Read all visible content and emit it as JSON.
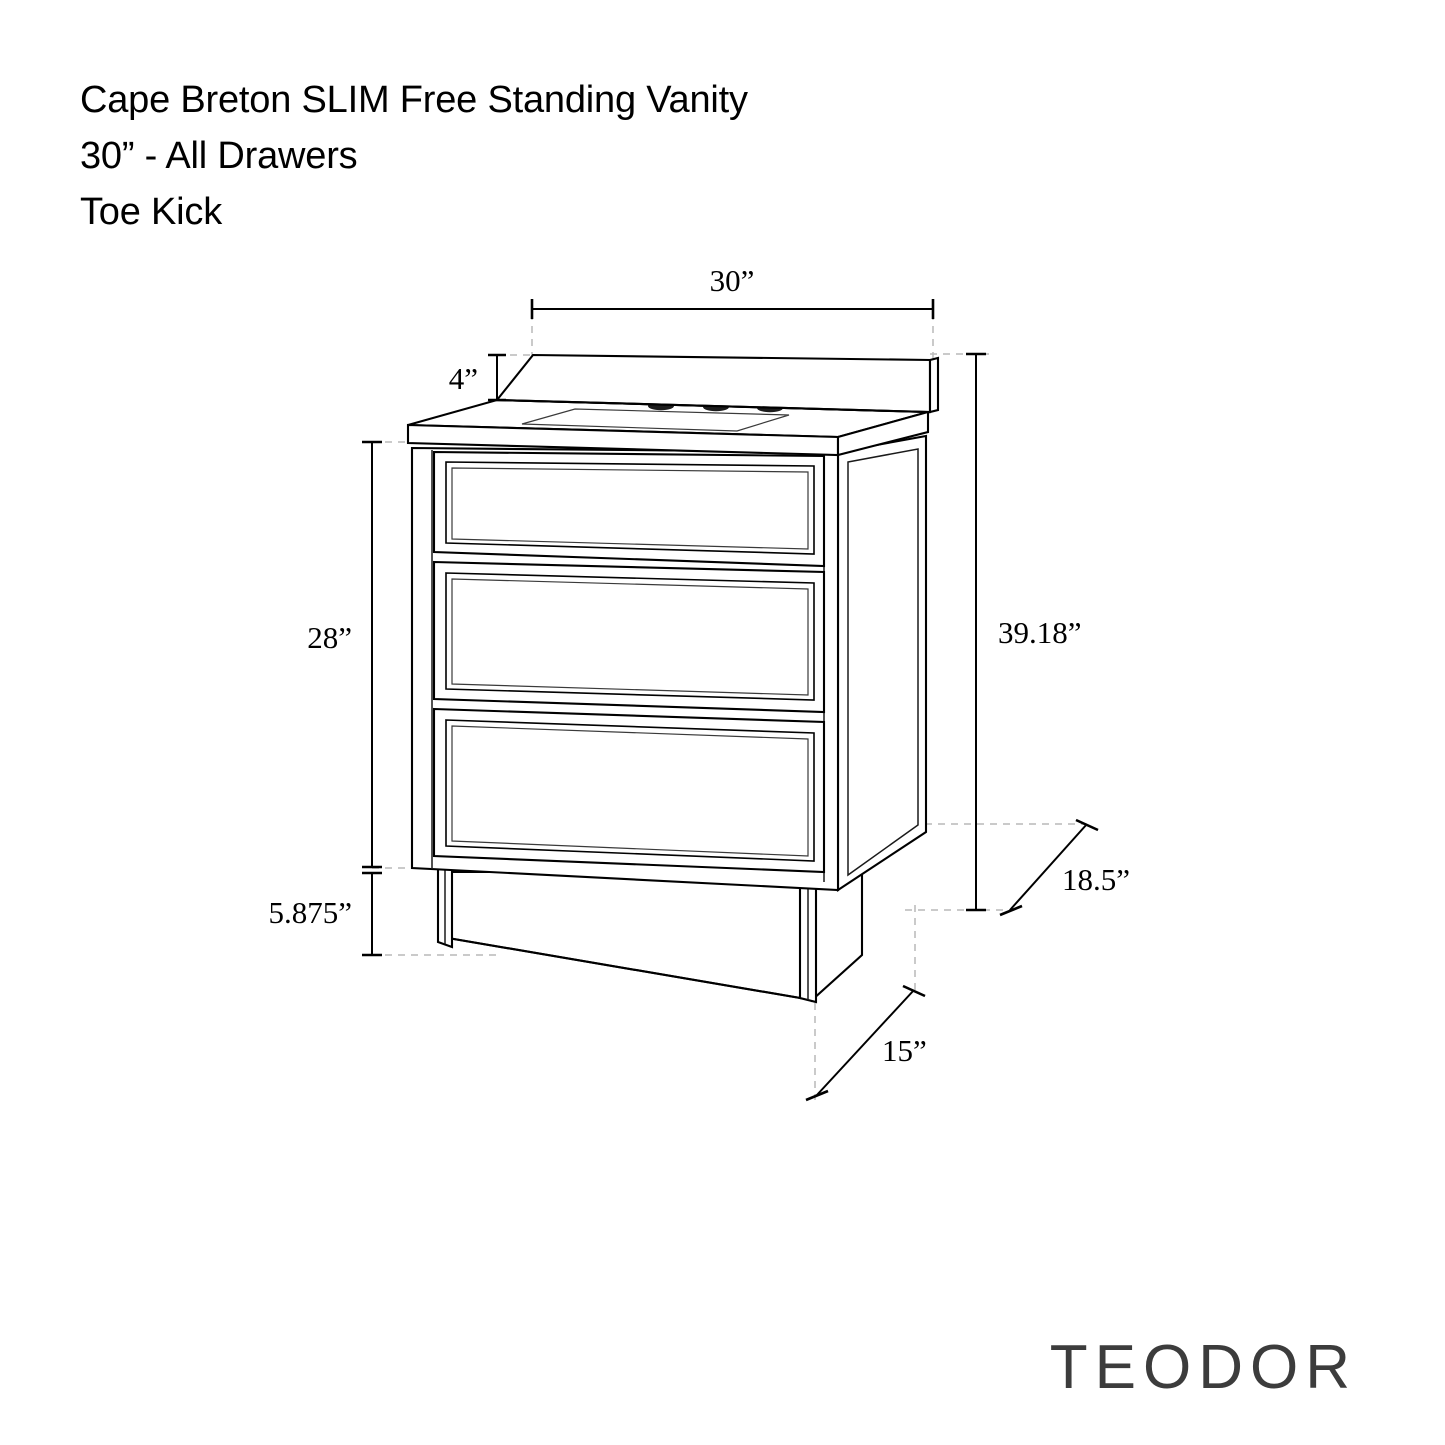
{
  "document": {
    "type": "product-spec-drawing",
    "title_lines": [
      "Cape Breton SLIM Free Standing Vanity",
      "30” - All Drawers",
      "Toe Kick"
    ],
    "brand": "TEODOR",
    "background_color": "#ffffff",
    "line_color": "#000000",
    "extension_line_color": "#b9b9b9"
  },
  "product": {
    "name": "Cape Breton SLIM Free Standing Vanity",
    "width_label": "30”",
    "configuration": "All Drawers",
    "base_style": "Toe Kick",
    "drawer_count": 3,
    "faucet_holes": 3
  },
  "dimensions": {
    "width": {
      "label": "30”",
      "value": 30,
      "unit": "in",
      "position": "top"
    },
    "backsplash_height": {
      "label": "4”",
      "value": 4,
      "unit": "in",
      "position": "upper-left"
    },
    "cabinet_height": {
      "label": "28”",
      "value": 28,
      "unit": "in",
      "position": "left"
    },
    "toe_kick_height": {
      "label": "5.875”",
      "value": 5.875,
      "unit": "in",
      "position": "lower-left"
    },
    "overall_height": {
      "label": "39.18”",
      "value": 39.18,
      "unit": "in",
      "position": "right"
    },
    "counter_depth": {
      "label": "18.5”",
      "value": 18.5,
      "unit": "in",
      "position": "lower-right"
    },
    "toe_kick_depth": {
      "label": "15”",
      "value": 15,
      "unit": "in",
      "position": "bottom"
    }
  }
}
